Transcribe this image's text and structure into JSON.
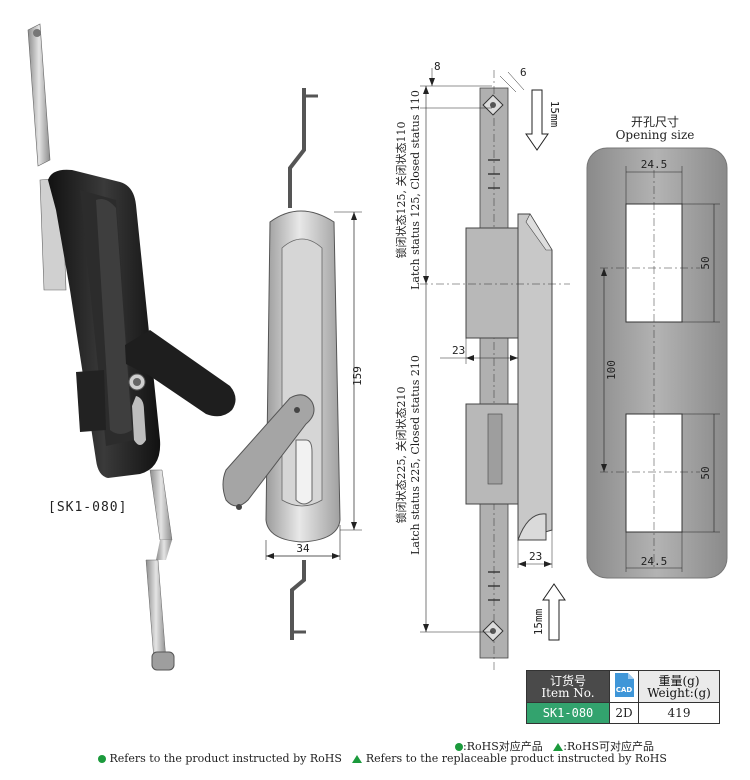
{
  "model_label": "[SK1-080]",
  "front_view": {
    "height_dim": "159",
    "width_dim": "34"
  },
  "side_view": {
    "top_offset": "8",
    "angle": "6",
    "arrow_top": "15mm",
    "arrow_bottom": "15mm",
    "upper_label_cn": "锁闭状态125, 关闭状态110",
    "upper_label_en": "Latch status 125, Closed status 110",
    "lower_label_cn": "锁闭状态225, 关闭状态210",
    "lower_label_en": "Latch status 225, Closed status 210",
    "dim_a": "23",
    "dim_b": "23"
  },
  "opening": {
    "title_cn": "开孔尺寸",
    "title_en": "Opening size",
    "top_width": "24.5",
    "bottom_width": "24.5",
    "upper_height": "50",
    "lower_height": "50",
    "center_distance": "100"
  },
  "spec_table": {
    "item_header_cn": "订货号",
    "item_header_en": "Item No.",
    "cad_icon": "CAD",
    "weight_header_cn": "重量(g)",
    "weight_header_en": "Weight:(g)",
    "item_no": "SK1-080",
    "format": "2D",
    "weight": "419"
  },
  "legend_cn": {
    "dot": ":RoHS对应产品",
    "triangle": ":RoHS可对应产品"
  },
  "legend_en": {
    "dot": "Refers to the product instructed by RoHS",
    "triangle": "Refers to the replaceable product instructed by RoHS"
  },
  "colors": {
    "green": "#1b9a3c",
    "table_green": "#33a36e",
    "gray_panel": "#9a9a9a"
  }
}
